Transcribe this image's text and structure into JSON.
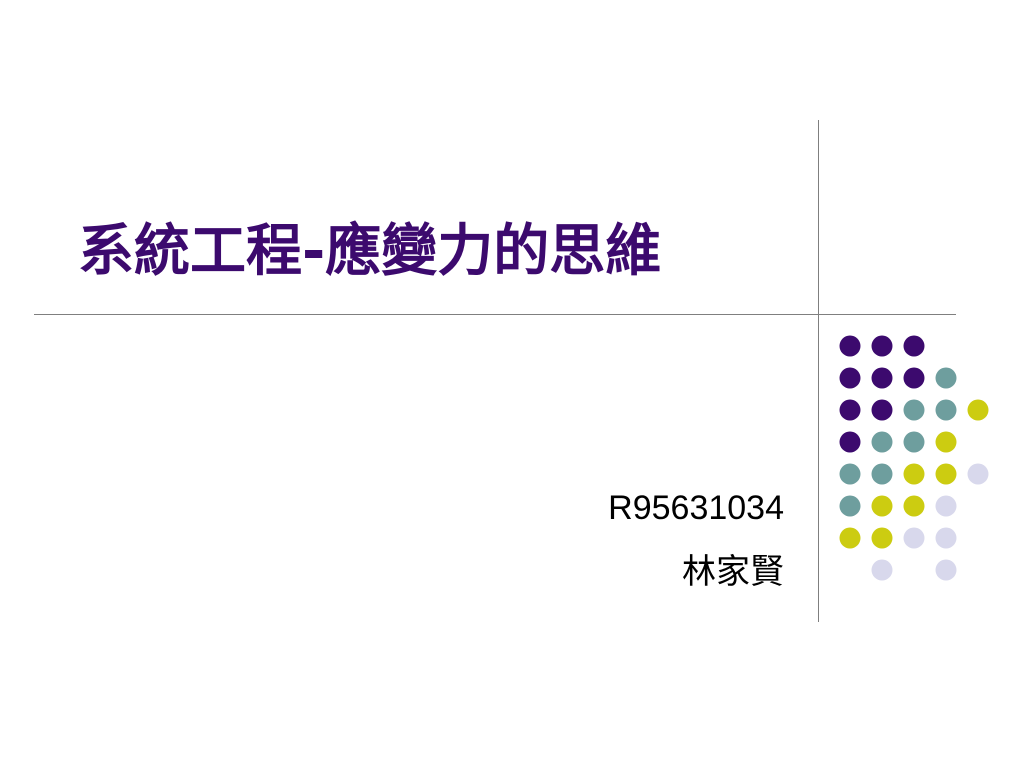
{
  "slide": {
    "title": "系統工程-應變力的思維",
    "student_id": "R95631034",
    "author": "林家賢"
  },
  "colors": {
    "title": "#3c0a6e",
    "purple": "#3c0a6e",
    "teal": "#6e9e9e",
    "lime": "#cccc11",
    "lavender": "#d8d8ec",
    "rule": "#7f7f7f"
  },
  "dot_grid": [
    [
      "purple",
      "purple",
      "purple",
      "",
      "",
      ""
    ],
    [
      "purple",
      "purple",
      "purple",
      "teal",
      "",
      ""
    ],
    [
      "purple",
      "purple",
      "teal",
      "teal",
      "lime",
      ""
    ],
    [
      "purple",
      "teal",
      "teal",
      "lime",
      "",
      ""
    ],
    [
      "teal",
      "teal",
      "lime",
      "lime",
      "lavender",
      ""
    ],
    [
      "teal",
      "lime",
      "lime",
      "lavender",
      "",
      ""
    ],
    [
      "lime",
      "lime",
      "lavender",
      "lavender",
      "",
      ""
    ],
    [
      "",
      "lavender",
      "",
      "lavender",
      "",
      ""
    ]
  ]
}
